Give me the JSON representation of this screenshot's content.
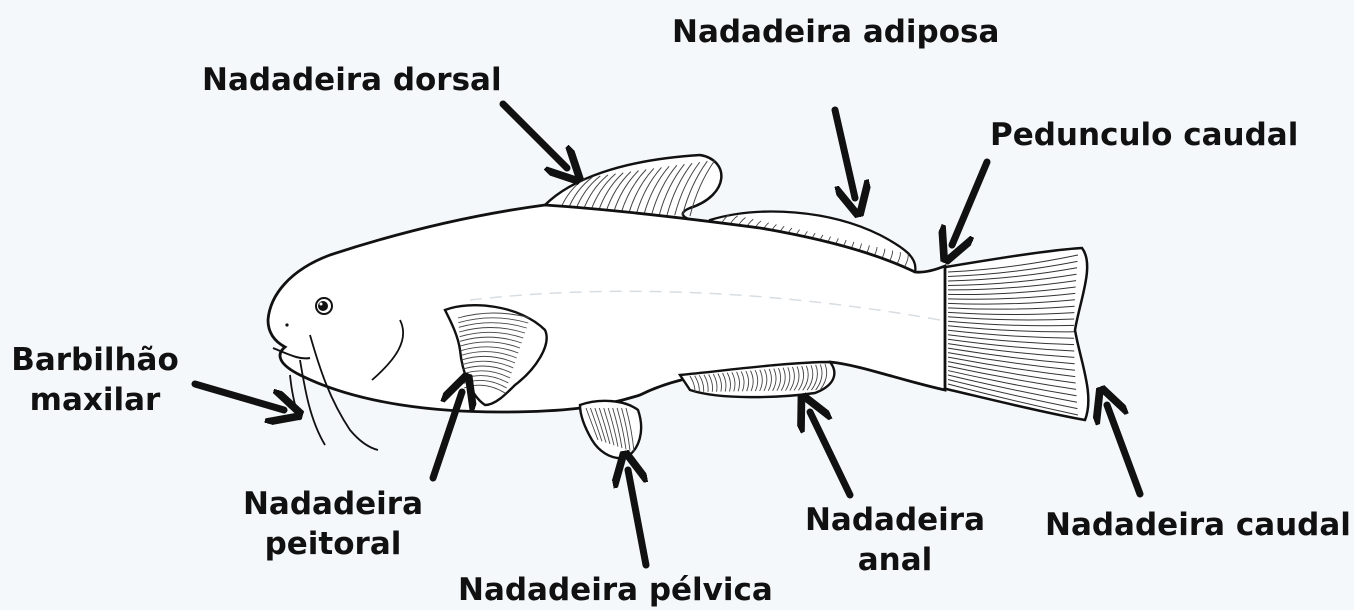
{
  "labels": {
    "dorsal": "Nadadeira dorsal",
    "adiposa": "Nadadeira adiposa",
    "pedunculo": "Pedunculo caudal",
    "barbilhao": [
      "Barbilhão",
      "maxilar"
    ],
    "peitoral": [
      "Nadadeira",
      "peitoral"
    ],
    "pelvica": "Nadadeira pélvica",
    "anal": [
      "Nadadeira",
      "anal"
    ],
    "caudal": "Nadadeira caudal"
  },
  "colors": {
    "background": "#f4f8fb",
    "ink": "#111111",
    "body_fill": "#ffffff"
  }
}
